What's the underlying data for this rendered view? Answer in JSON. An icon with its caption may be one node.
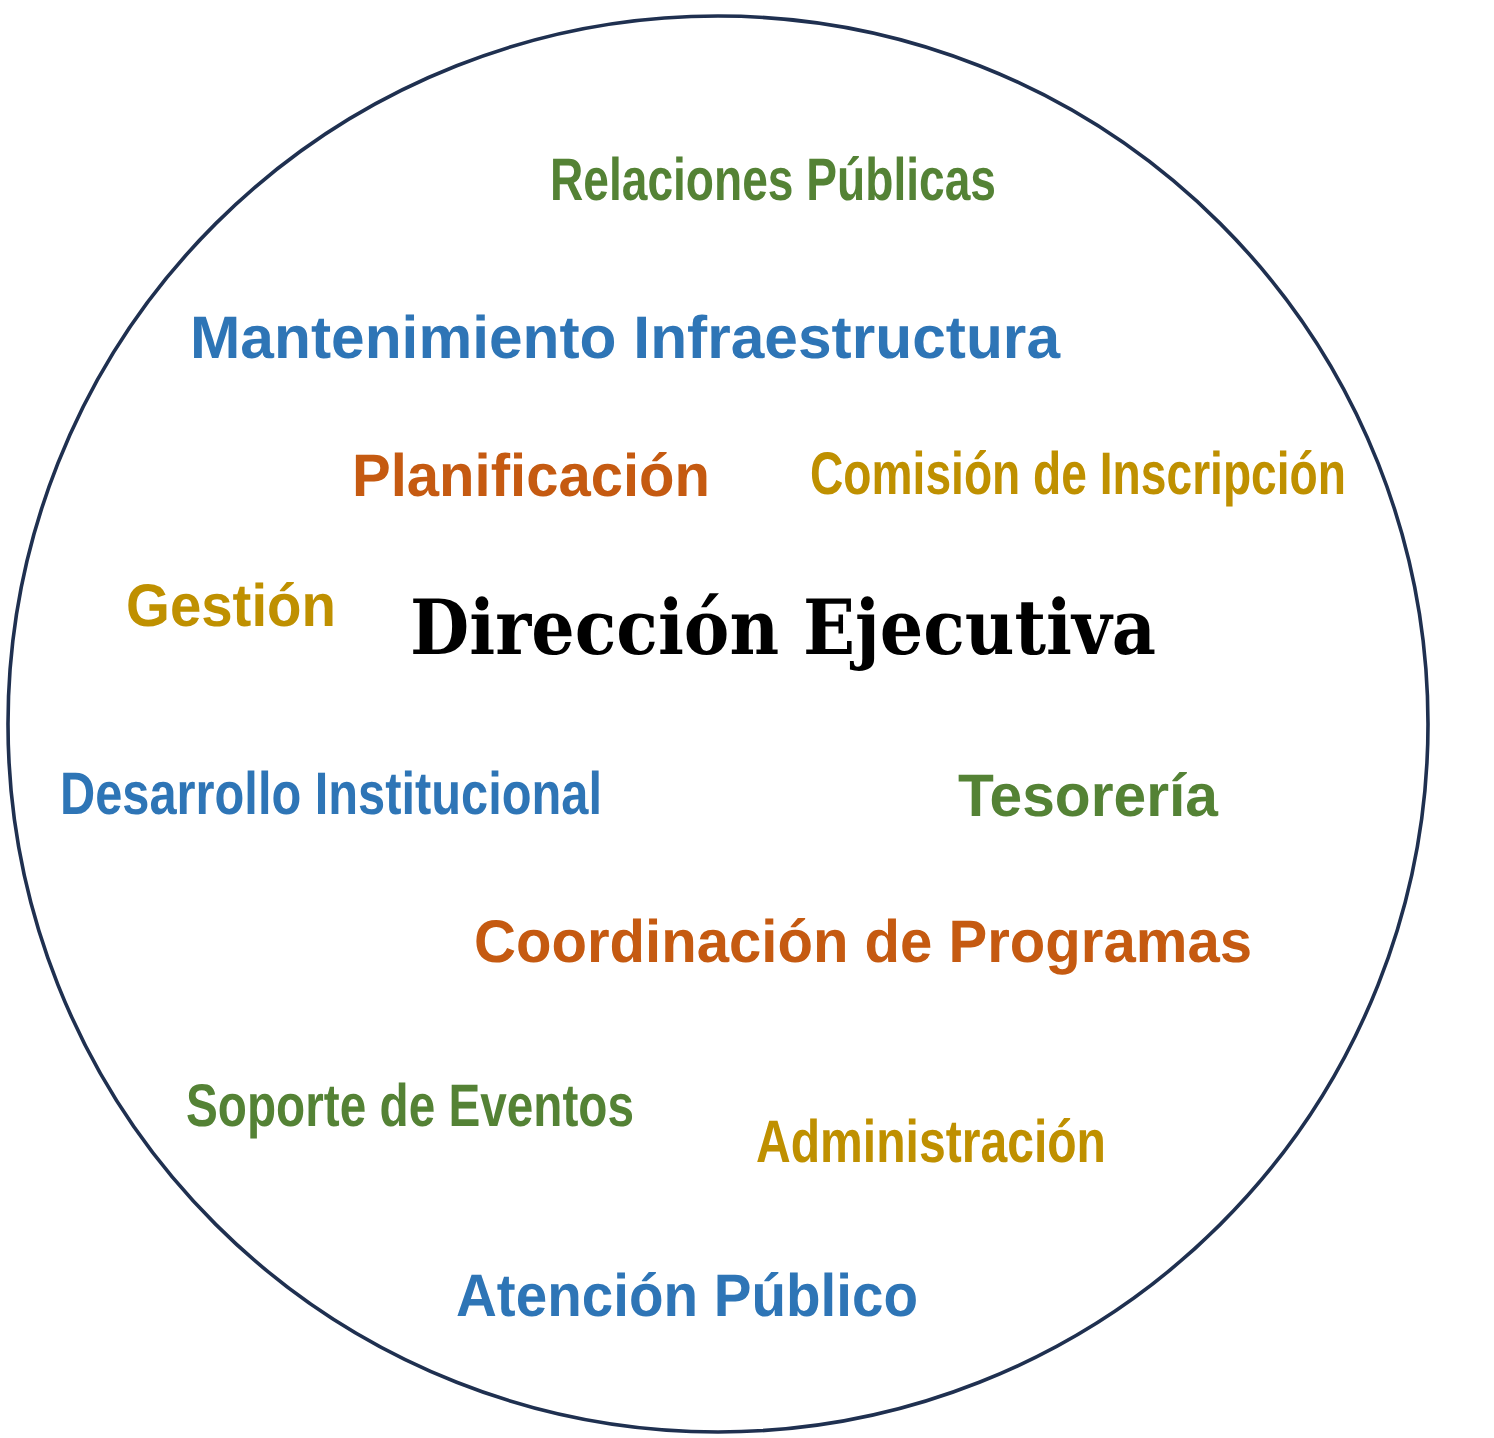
{
  "diagram": {
    "nodes": [
      {
        "text": [
          "Relaciones Públicas",
          "Mantenimiento Infraestructura",
          "Planificación",
          "Comisión de Inscripción",
          "Gestión",
          "Dirección Ejecutiva",
          "Desarrollo Institucional",
          "Tesorería",
          "Coordinación de Programas",
          "Soporte de Eventos",
          "Administración",
          "Atención Público"
        ]
      }
    ]
  }
}
